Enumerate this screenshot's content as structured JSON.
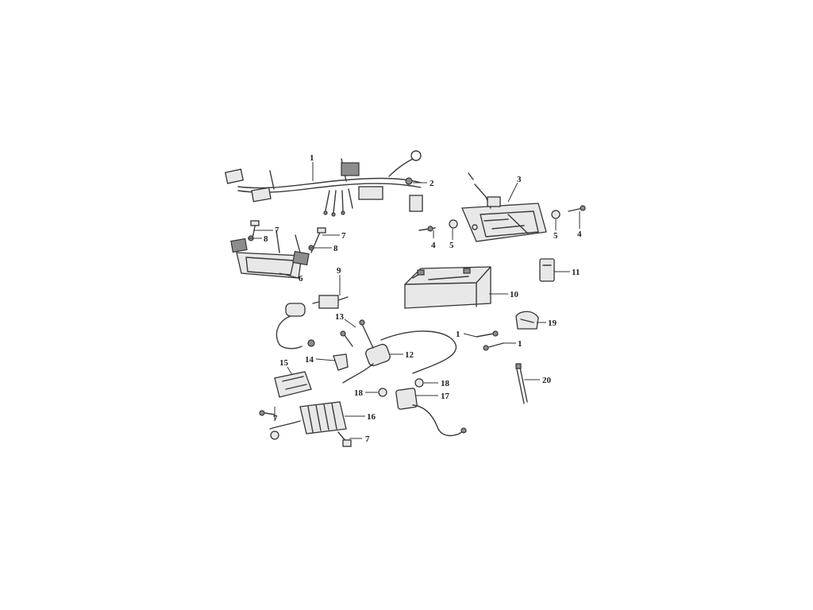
{
  "callouts": [
    {
      "id": "c1a",
      "label": "1"
    },
    {
      "id": "c2",
      "label": "2"
    },
    {
      "id": "c3",
      "label": "3"
    },
    {
      "id": "c4a",
      "label": "4"
    },
    {
      "id": "c4b",
      "label": "4"
    },
    {
      "id": "c5a",
      "label": "5"
    },
    {
      "id": "c5b",
      "label": "5"
    },
    {
      "id": "c6",
      "label": "6"
    },
    {
      "id": "c7a",
      "label": "7"
    },
    {
      "id": "c7b",
      "label": "7"
    },
    {
      "id": "c7c",
      "label": "7"
    },
    {
      "id": "c7d",
      "label": "7"
    },
    {
      "id": "c8a",
      "label": "8"
    },
    {
      "id": "c8b",
      "label": "8"
    },
    {
      "id": "c9",
      "label": "9"
    },
    {
      "id": "c10",
      "label": "10"
    },
    {
      "id": "c11",
      "label": "11"
    },
    {
      "id": "c12",
      "label": "12"
    },
    {
      "id": "c13",
      "label": "13"
    },
    {
      "id": "c14",
      "label": "14"
    },
    {
      "id": "c15",
      "label": "15"
    },
    {
      "id": "c16",
      "label": "16"
    },
    {
      "id": "c17",
      "label": "17"
    },
    {
      "id": "c18a",
      "label": "18"
    },
    {
      "id": "c18b",
      "label": "18"
    },
    {
      "id": "c19",
      "label": "19"
    },
    {
      "id": "c1b",
      "label": "1"
    },
    {
      "id": "c1c",
      "label": "1"
    },
    {
      "id": "c20",
      "label": "20"
    }
  ]
}
